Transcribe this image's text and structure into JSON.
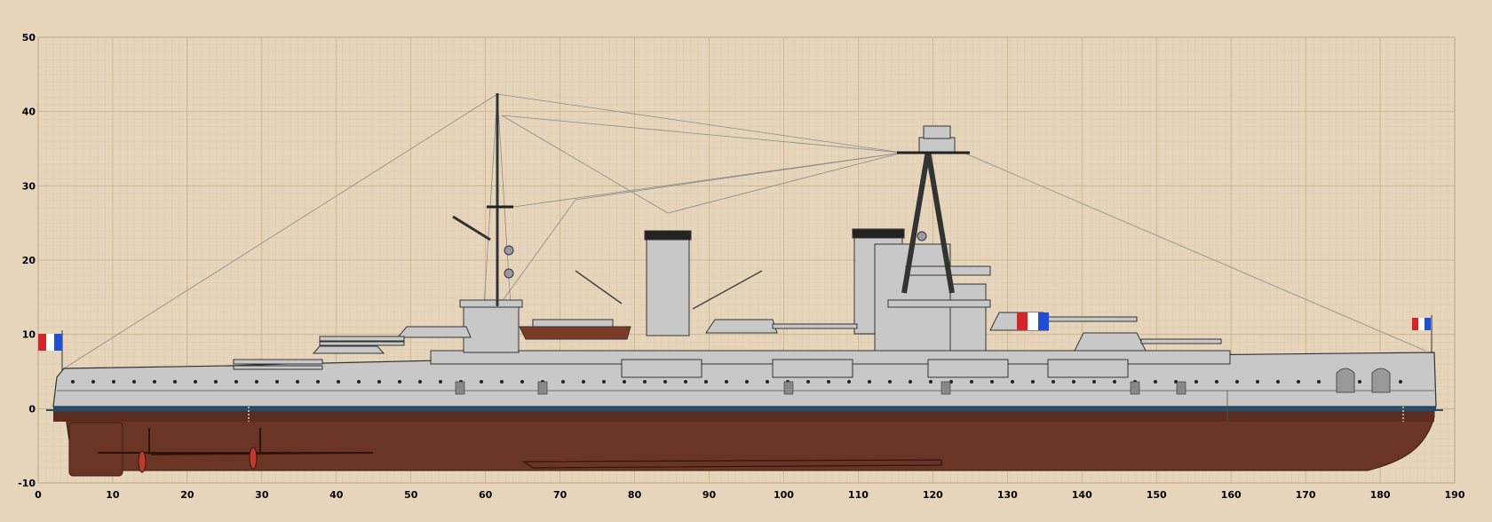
{
  "axes": {
    "x_ticks": [
      "0",
      "10",
      "20",
      "30",
      "40",
      "50",
      "60",
      "70",
      "80",
      "90",
      "100",
      "110",
      "120",
      "130",
      "140",
      "150",
      "160",
      "170",
      "180",
      "190"
    ],
    "y_ticks": [
      "50",
      "40",
      "30",
      "20",
      "10",
      "0",
      "-10"
    ],
    "x_range": [
      0,
      190
    ],
    "y_range": [
      -10,
      50
    ],
    "grid": true
  },
  "colors": {
    "background": "#e6d5bb",
    "grid_minor": "#d8c3a2",
    "grid_major": "#c8b08a",
    "hull_gray": "#c8c8c8",
    "below_waterline": "#6b3526",
    "waterline": "#1f4f72",
    "flag_blue": "#1f4fd8",
    "flag_white": "#ffffff",
    "flag_red": "#d4262a"
  },
  "flags": [
    "stern-flag-icon",
    "bow-flag-icon",
    "signal-flag-icon"
  ]
}
